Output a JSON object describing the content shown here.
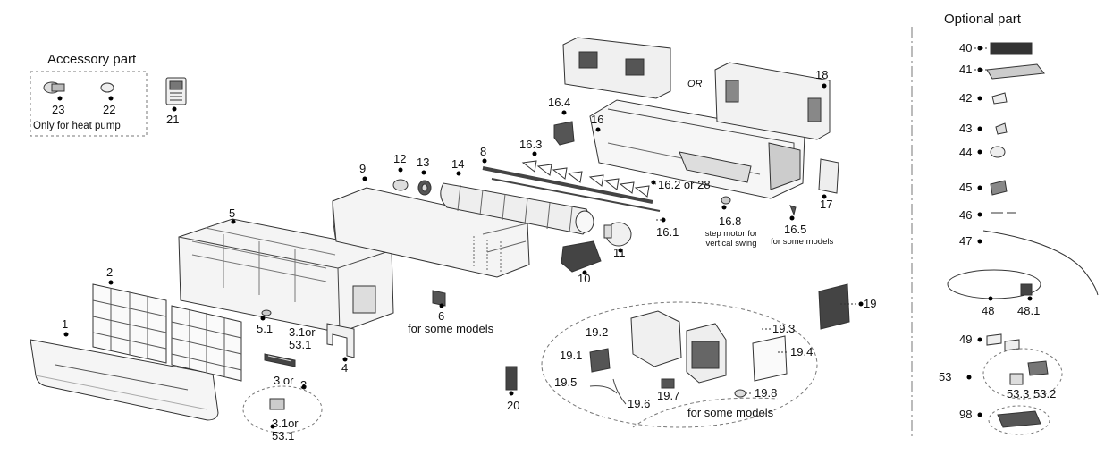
{
  "accessory": {
    "title": "Accessory part",
    "note": "Only for heat pump",
    "items": [
      "23",
      "22",
      "21"
    ]
  },
  "optional": {
    "title": "Optional part",
    "items": [
      "40",
      "41",
      "42",
      "43",
      "44",
      "45",
      "46",
      "47",
      "48",
      "48.1",
      "49",
      "53",
      "53.3",
      "53.2",
      "98"
    ]
  },
  "labels": {
    "p1": "1",
    "p2": "2",
    "p3": "3",
    "p3or": "3 or",
    "p31or_top": "3.1or",
    "p531_top": "53.1",
    "p31or_bot": "3.1or",
    "p531_bot": "53.1",
    "p4": "4",
    "p5": "5",
    "p51": "5.1",
    "p6": "6",
    "p8": "8",
    "p9": "9",
    "p10": "10",
    "p11": "11",
    "p12": "12",
    "p13": "13",
    "p14": "14",
    "p161": "16.1",
    "p162": "16.2 or 28",
    "p163": "16.3",
    "p164": "16.4",
    "p16": "16",
    "p165": "16.5",
    "p168": "16.8",
    "p17": "17",
    "p18": "18",
    "por": "OR",
    "p19": "19",
    "p191": "19.1",
    "p192": "19.2",
    "p193": "19.3",
    "p194": "19.4",
    "p195": "19.5",
    "p196": "19.6",
    "p197": "19.7",
    "p198": "19.8",
    "p20": "20"
  },
  "notes": {
    "some_models_6": "for some models",
    "step_motor": "step motor for vertical swing",
    "some_models_165": "for some models",
    "some_models_19": "for some models"
  }
}
